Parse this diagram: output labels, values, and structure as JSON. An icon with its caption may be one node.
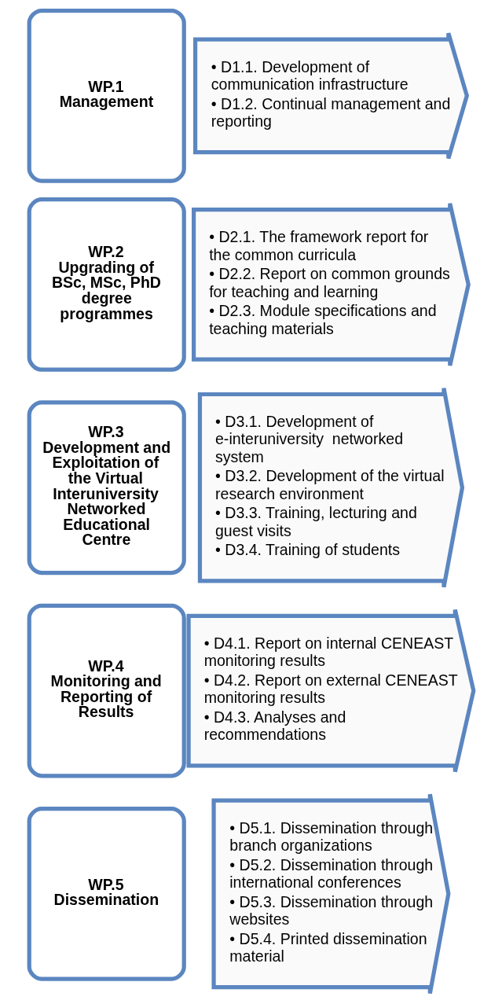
{
  "diagram": {
    "nodes": [
      {
        "text": [
          "WP.1",
          "Management"
        ]
      },
      {
        "text": [
          "• D1.1. Development of communication infrastructure",
          "• D1.2. Continual management and reporting"
        ]
      },
      {
        "text": [
          "WP.2",
          "Upgrading of BSc, MSc, PhD degree programmes"
        ]
      },
      {
        "text": [
          "• D2.1. The framework report for the common curricula",
          "• D2.2. Report on common grounds for teaching and learning",
          "• D2.3. Module specifications and teaching materials"
        ]
      },
      {
        "text": [
          "WP.3",
          "Development and Exploitation of the Virtual Interuniversity Networked Educational Centre"
        ]
      },
      {
        "text": [
          "• D3.1. Development of e-interuniversity  networked system",
          "• D3.2. Development of the virtual research environment",
          "• D3.3. Training, lecturing and guest visits",
          "• D3.4. Training of students"
        ]
      },
      {
        "text": [
          "WP.4",
          "Monitoring and Reporting of Results"
        ]
      },
      {
        "text": [
          "• D4.1. Report on internal CENEAST monitoring results",
          "• D4.2. Report on external CENEAST monitoring results",
          "• D4.3. Analyses and recommendations"
        ]
      },
      {
        "text": [
          "WP.5",
          "Dissemination"
        ]
      },
      {
        "text": [
          "• D5.1. Dissemination through branch organizations",
          "• D5.2. Dissemination through international conferences",
          "• D5.3. Dissemination through websites",
          "• D5.4. Printed dissemination material"
        ]
      }
    ],
    "edges": []
  }
}
